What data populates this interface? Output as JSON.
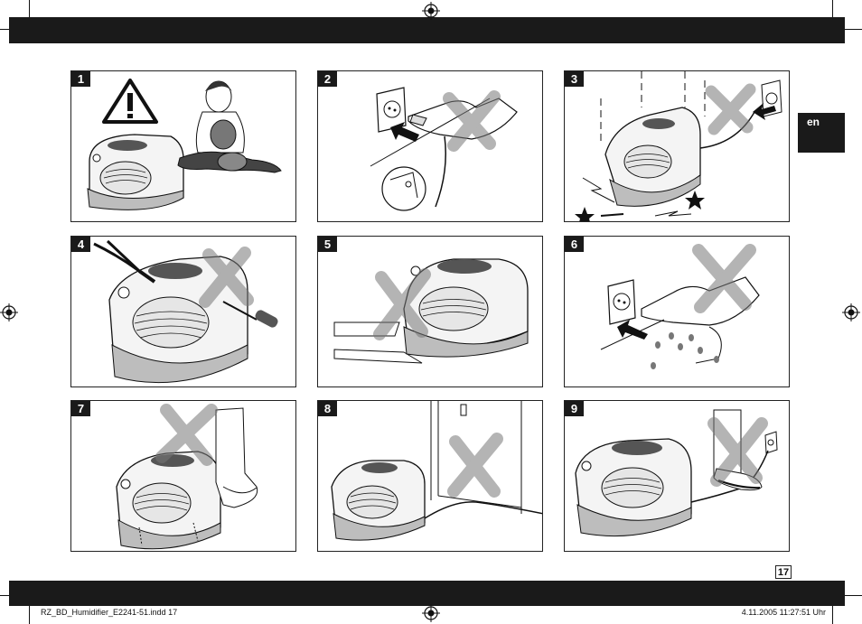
{
  "language_tab": "en",
  "page_number": "17",
  "footer": {
    "file_label": "RZ_BD_Humidifier_E2241-51.indd   17",
    "timestamp": "4.11.2005   11:27:51 Uhr"
  },
  "panels": [
    {
      "number": "1",
      "icon": "warning-triangle-icon",
      "scene": "child-near-humidifier"
    },
    {
      "number": "2",
      "icon": "plug-icon",
      "scene": "wet-hand-unplug"
    },
    {
      "number": "3",
      "icon": "cord-icon",
      "scene": "falling-unit"
    },
    {
      "number": "4",
      "icon": "pliers-screwdriver-icon",
      "scene": "do-not-disassemble"
    },
    {
      "number": "5",
      "icon": "table-edge-icon",
      "scene": "do-not-place-on-edge"
    },
    {
      "number": "6",
      "icon": "water-drop-icon",
      "scene": "wet-hands-plug"
    },
    {
      "number": "7",
      "icon": "foot-icon",
      "scene": "do-not-kick"
    },
    {
      "number": "8",
      "icon": "door-icon",
      "scene": "cord-under-door"
    },
    {
      "number": "9",
      "icon": "shoe-icon",
      "scene": "cord-trip-hazard"
    }
  ]
}
